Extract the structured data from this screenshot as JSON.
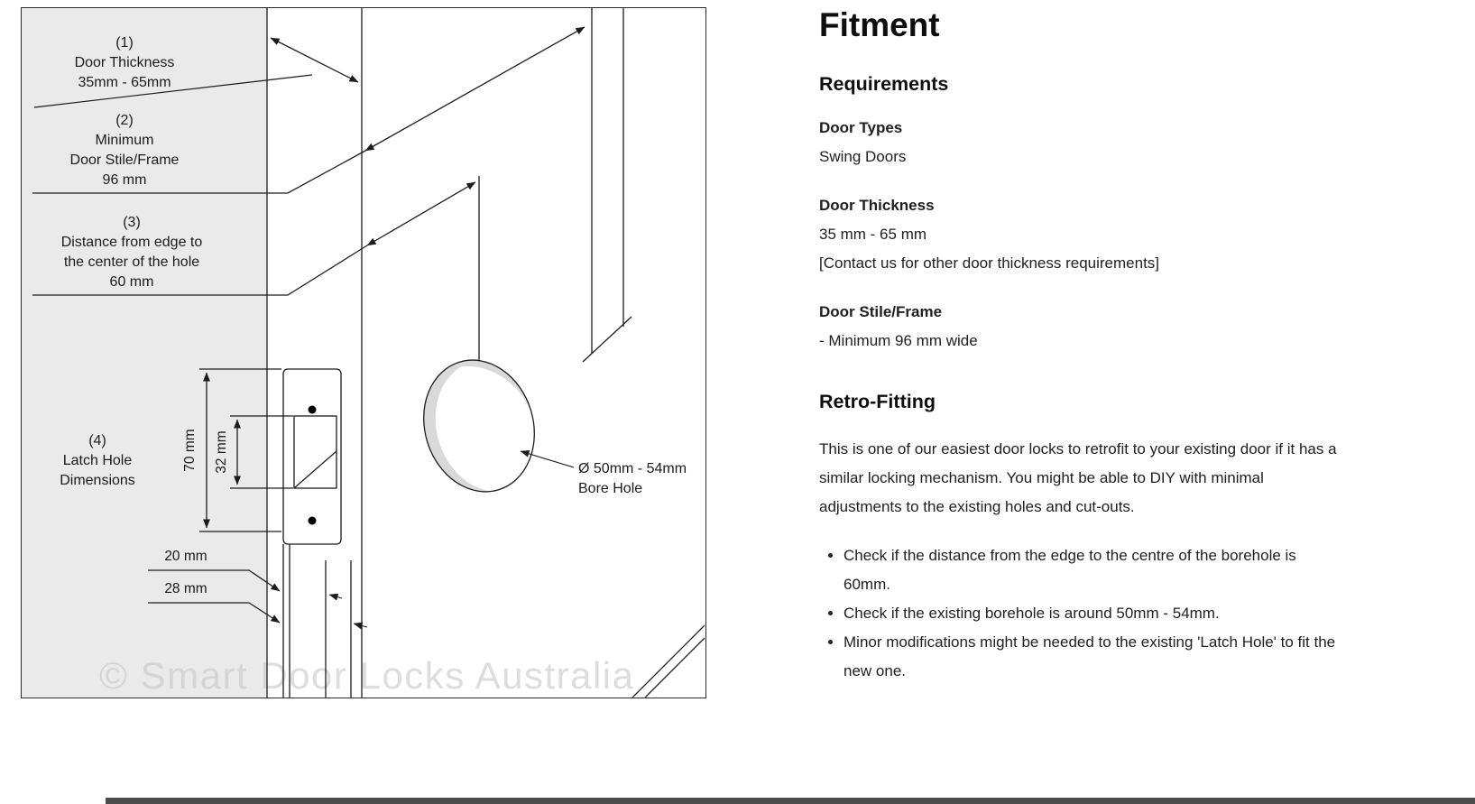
{
  "diagram": {
    "watermark": "© Smart Door Locks Australia",
    "labels": {
      "l1": [
        "(1)",
        "Door Thickness",
        "35mm - 65mm"
      ],
      "l2": [
        "(2)",
        "Minimum",
        "Door Stile/Frame",
        "96 mm"
      ],
      "l3": [
        "(3)",
        "Distance from edge to",
        "the center of the hole",
        "60 mm"
      ],
      "l4": [
        "(4)",
        "Latch Hole",
        "Dimensions"
      ],
      "bore": [
        "Ø 50mm - 54mm",
        "Bore Hole"
      ]
    },
    "dims": {
      "latch_height": "70 mm",
      "hole_height": "32 mm",
      "d20": "20 mm",
      "d28": "28 mm"
    }
  },
  "content": {
    "title": "Fitment",
    "requirements_heading": "Requirements",
    "door_types_label": "Door Types",
    "door_types_value": "Swing Doors",
    "door_thickness_label": "Door Thickness",
    "door_thickness_value": "35 mm - 65 mm",
    "door_thickness_note": "[Contact us for other door thickness requirements]",
    "stile_label": "Door Stile/Frame",
    "stile_value": "- Minimum 96 mm wide",
    "retrofit_heading": "Retro-Fitting",
    "retrofit_paragraph": "This is one of our easiest door locks to retrofit to your existing door if it has a similar locking mechanism. You might be able to DIY with minimal adjustments to the existing holes and cut-outs.",
    "bullets": [
      "Check if the distance from the edge to the centre of the borehole is 60mm.",
      "Check if the existing borehole is around 50mm - 54mm.",
      "Minor modifications might be needed to the existing 'Latch Hole' to fit the new one."
    ]
  }
}
